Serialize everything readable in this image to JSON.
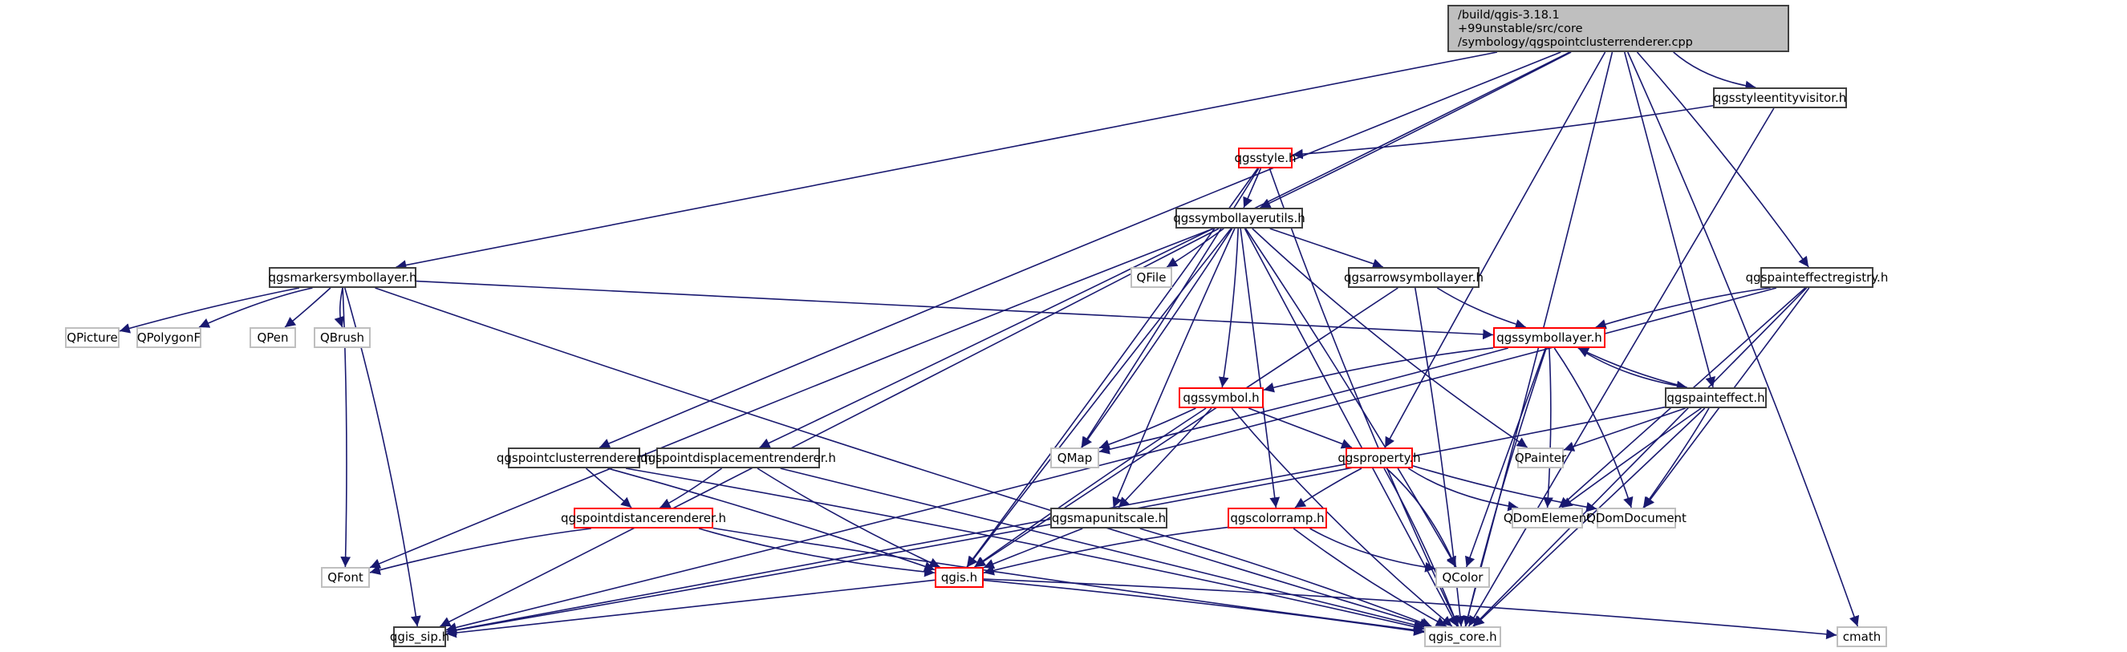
{
  "diagram": {
    "type": "include-dependency-graph",
    "edge_color": "#191970",
    "colors": {
      "root_fill": "#bfbfbf",
      "file_border": "#404040",
      "incomplete_border": "#ff0000",
      "external_border": "#bfbfbf"
    },
    "nodes": [
      {
        "id": "root",
        "label": "/build/qgis-3.18.1\n+99unstable/src/core\n/symbology/qgspointclusterrenderer.cpp",
        "kind": "root"
      },
      {
        "id": "styleentityvisitor",
        "label": "qgsstyleentityvisitor.h",
        "kind": "file"
      },
      {
        "id": "style",
        "label": "qgsstyle.h",
        "kind": "red"
      },
      {
        "id": "symbollayerutils",
        "label": "qgssymbollayerutils.h",
        "kind": "file"
      },
      {
        "id": "markersymbollayer",
        "label": "qgsmarkersymbollayer.h",
        "kind": "file"
      },
      {
        "id": "qfile",
        "label": "QFile",
        "kind": "ext"
      },
      {
        "id": "arrowsymbollayer",
        "label": "qgsarrowsymbollayer.h",
        "kind": "file"
      },
      {
        "id": "painteffectregistry",
        "label": "qgspainteffectregistry.h",
        "kind": "file"
      },
      {
        "id": "qpicture",
        "label": "QPicture",
        "kind": "ext"
      },
      {
        "id": "qpolygonf",
        "label": "QPolygonF",
        "kind": "ext"
      },
      {
        "id": "qpen",
        "label": "QPen",
        "kind": "ext"
      },
      {
        "id": "qbrush",
        "label": "QBrush",
        "kind": "ext"
      },
      {
        "id": "symbollayer",
        "label": "qgssymbollayer.h",
        "kind": "red"
      },
      {
        "id": "symbol",
        "label": "qgssymbol.h",
        "kind": "red"
      },
      {
        "id": "painteffect",
        "label": "qgspainteffect.h",
        "kind": "file"
      },
      {
        "id": "qmap",
        "label": "QMap",
        "kind": "ext"
      },
      {
        "id": "qpainter",
        "label": "QPainter",
        "kind": "ext"
      },
      {
        "id": "pointclusterrenderer",
        "label": "qgspointclusterrenderer.h",
        "kind": "file"
      },
      {
        "id": "pointdisplacementrenderer",
        "label": "qgspointdisplacementrenderer.h",
        "kind": "file"
      },
      {
        "id": "property",
        "label": "qgsproperty.h",
        "kind": "red"
      },
      {
        "id": "pointdistancerenderer",
        "label": "qgspointdistancerenderer.h",
        "kind": "red"
      },
      {
        "id": "mapunitscale",
        "label": "qgsmapunitscale.h",
        "kind": "file"
      },
      {
        "id": "colorramp",
        "label": "qgscolorramp.h",
        "kind": "red"
      },
      {
        "id": "qdomelement",
        "label": "QDomElement",
        "kind": "ext"
      },
      {
        "id": "qdomdocument",
        "label": "QDomDocument",
        "kind": "ext"
      },
      {
        "id": "qfont",
        "label": "QFont",
        "kind": "ext"
      },
      {
        "id": "qgis",
        "label": "qgis.h",
        "kind": "red"
      },
      {
        "id": "qcolor",
        "label": "QColor",
        "kind": "ext"
      },
      {
        "id": "qgis_sip",
        "label": "qgis_sip.h",
        "kind": "file"
      },
      {
        "id": "qgis_core",
        "label": "qgis_core.h",
        "kind": "ext"
      },
      {
        "id": "cmath",
        "label": "cmath",
        "kind": "ext"
      }
    ],
    "edges": [
      [
        "root",
        "styleentityvisitor"
      ],
      [
        "root",
        "symbollayerutils"
      ],
      [
        "root",
        "markersymbollayer"
      ],
      [
        "root",
        "painteffectregistry"
      ],
      [
        "root",
        "pointclusterrenderer"
      ],
      [
        "root",
        "pointdisplacementrenderer"
      ],
      [
        "root",
        "property"
      ],
      [
        "root",
        "painteffect"
      ],
      [
        "root",
        "qgis_core"
      ],
      [
        "root",
        "cmath"
      ],
      [
        "styleentityvisitor",
        "style"
      ],
      [
        "styleentityvisitor",
        "qgis_core"
      ],
      [
        "style",
        "symbollayerutils"
      ],
      [
        "style",
        "qmap"
      ],
      [
        "style",
        "qgis"
      ],
      [
        "style",
        "qgis_core"
      ],
      [
        "symbollayerutils",
        "qfile"
      ],
      [
        "symbollayerutils",
        "arrowsymbollayer"
      ],
      [
        "symbollayerutils",
        "symbol"
      ],
      [
        "symbollayerutils",
        "qmap"
      ],
      [
        "symbollayerutils",
        "qpainter"
      ],
      [
        "symbollayerutils",
        "mapunitscale"
      ],
      [
        "symbollayerutils",
        "colorramp"
      ],
      [
        "symbollayerutils",
        "qcolor"
      ],
      [
        "symbollayerutils",
        "qfont"
      ],
      [
        "symbollayerutils",
        "qgis"
      ],
      [
        "symbollayerutils",
        "qgis_sip"
      ],
      [
        "symbollayerutils",
        "qgis_core"
      ],
      [
        "markersymbollayer",
        "qpicture"
      ],
      [
        "markersymbollayer",
        "qpolygonf"
      ],
      [
        "markersymbollayer",
        "qpen"
      ],
      [
        "markersymbollayer",
        "qbrush"
      ],
      [
        "markersymbollayer",
        "symbollayer"
      ],
      [
        "markersymbollayer",
        "qfont"
      ],
      [
        "markersymbollayer",
        "qgis_sip"
      ],
      [
        "markersymbollayer",
        "qgis_core"
      ],
      [
        "arrowsymbollayer",
        "symbollayer"
      ],
      [
        "arrowsymbollayer",
        "qgis"
      ],
      [
        "arrowsymbollayer",
        "qgis_core"
      ],
      [
        "painteffectregistry",
        "symbollayer"
      ],
      [
        "painteffectregistry",
        "qgis_sip"
      ],
      [
        "painteffectregistry",
        "qdomelement"
      ],
      [
        "painteffectregistry",
        "qdomdocument"
      ],
      [
        "painteffectregistry",
        "qgis_core"
      ],
      [
        "symbollayer",
        "symbol"
      ],
      [
        "symbollayer",
        "painteffect"
      ],
      [
        "symbollayer",
        "qmap"
      ],
      [
        "symbollayer",
        "qcolor"
      ],
      [
        "symbollayer",
        "qdomelement"
      ],
      [
        "symbollayer",
        "qdomdocument"
      ],
      [
        "symbollayer",
        "qgis_core"
      ],
      [
        "symbol",
        "qmap"
      ],
      [
        "symbol",
        "property"
      ],
      [
        "symbol",
        "mapunitscale"
      ],
      [
        "symbol",
        "qgis"
      ],
      [
        "symbol",
        "qgis_core"
      ],
      [
        "painteffect",
        "symbollayer"
      ],
      [
        "painteffect",
        "qpainter"
      ],
      [
        "painteffect",
        "qdomelement"
      ],
      [
        "painteffect",
        "qdomdocument"
      ],
      [
        "painteffect",
        "qgis_sip"
      ],
      [
        "painteffect",
        "qgis_core"
      ],
      [
        "pointclusterrenderer",
        "pointdistancerenderer"
      ],
      [
        "pointclusterrenderer",
        "qgis"
      ],
      [
        "pointclusterrenderer",
        "qgis_core"
      ],
      [
        "pointdisplacementrenderer",
        "pointdistancerenderer"
      ],
      [
        "pointdisplacementrenderer",
        "qgis"
      ],
      [
        "pointdisplacementrenderer",
        "qgis_core"
      ],
      [
        "property",
        "colorramp"
      ],
      [
        "property",
        "qcolor"
      ],
      [
        "property",
        "qdomelement"
      ],
      [
        "property",
        "qdomdocument"
      ],
      [
        "property",
        "qgis_sip"
      ],
      [
        "property",
        "qgis_core"
      ],
      [
        "pointdistancerenderer",
        "qfont"
      ],
      [
        "pointdistancerenderer",
        "qgis"
      ],
      [
        "pointdistancerenderer",
        "qgis_core"
      ],
      [
        "mapunitscale",
        "qgis"
      ],
      [
        "mapunitscale",
        "qgis_core"
      ],
      [
        "colorramp",
        "qgis"
      ],
      [
        "colorramp",
        "qcolor"
      ],
      [
        "colorramp",
        "qgis_core"
      ],
      [
        "qgis",
        "qgis_sip"
      ],
      [
        "qgis",
        "qgis_core"
      ],
      [
        "qgis",
        "cmath"
      ]
    ]
  }
}
